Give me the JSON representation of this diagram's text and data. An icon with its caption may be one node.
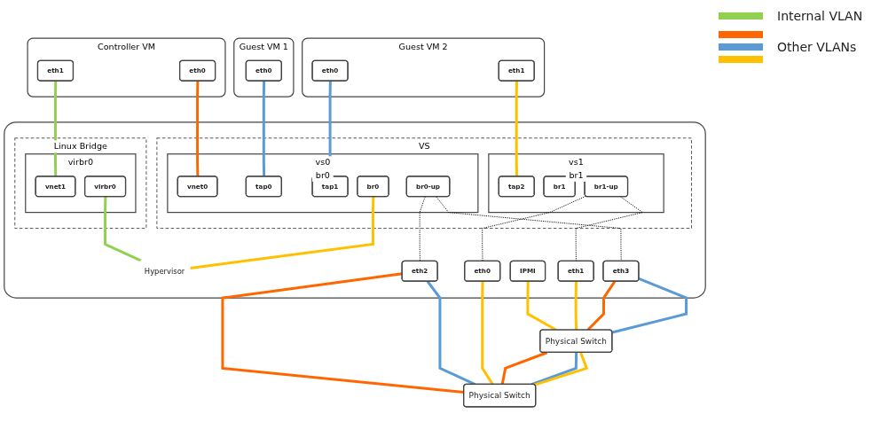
{
  "diagram": {
    "nodes": [
      {
        "text": [
          "Controller VM"
        ]
      },
      {
        "text": [
          "eth1"
        ],
        "in": 0
      },
      {
        "text": [
          "eth0"
        ],
        "in": 0
      },
      {
        "text": [
          "Guest VM 1"
        ]
      },
      {
        "text": [
          "eth0"
        ],
        "in": 3
      },
      {
        "text": [
          "Guest VM 2"
        ]
      },
      {
        "text": [
          "eth0"
        ],
        "in": 5
      },
      {
        "text": [
          "eth1"
        ],
        "in": 5
      },
      {
        "text": [],
        "shape": "box"
      },
      {
        "text": [
          "Hypervisor"
        ],
        "in": 8
      },
      {
        "text": [
          "Linux Bridge"
        ],
        "in": 8
      },
      {
        "text": [
          "virbr0"
        ],
        "in": 10
      },
      {
        "text": [
          "vnet1"
        ],
        "in": 11
      },
      {
        "text": [
          "virbr0"
        ],
        "in": 11
      },
      {
        "text": [
          "VS"
        ],
        "in": 8
      },
      {
        "text": [
          "vs0",
          "br0"
        ],
        "in": 14
      },
      {
        "text": [
          "vnet0"
        ],
        "in": 15
      },
      {
        "text": [
          "tap0"
        ],
        "in": 15
      },
      {
        "text": [
          "tap1"
        ],
        "in": 15
      },
      {
        "text": [
          "br0"
        ],
        "in": 15
      },
      {
        "text": [
          "br0-up"
        ],
        "in": 15
      },
      {
        "text": [
          "vs1",
          "br1"
        ],
        "in": 14
      },
      {
        "text": [
          "tap2"
        ],
        "in": 21
      },
      {
        "text": [
          "br1"
        ],
        "in": 21
      },
      {
        "text": [
          "br1-up"
        ],
        "in": 21
      },
      {
        "text": [
          "IPMI"
        ],
        "in": 8
      },
      {
        "text": [
          "eth3"
        ],
        "in": 8
      },
      {
        "text": [
          "eth2"
        ],
        "in": 8
      },
      {
        "text": [
          "eth1"
        ],
        "in": 8
      },
      {
        "text": [
          "eth0"
        ],
        "in": 8
      },
      {
        "text": [
          "Physical Switch"
        ]
      },
      {
        "text": [
          "Physical Switch"
        ]
      }
    ],
    "edges": [
      {
        "from": 1,
        "to": 12,
        "arrow": "none",
        "color": "#92d050"
      },
      {
        "from": 2,
        "to": 16,
        "arrow": "none",
        "color": "#ff6600"
      },
      {
        "from": 4,
        "to": 17,
        "arrow": "none",
        "color": "#5b9bd5"
      },
      {
        "from": 6,
        "to": 18,
        "arrow": "none",
        "color": "#5b9bd5"
      },
      {
        "from": 7,
        "to": 22,
        "arrow": "none",
        "color": "#ffc000"
      },
      {
        "from": 13,
        "to": 9,
        "arrow": "none",
        "color": "#92d050"
      },
      {
        "from": 19,
        "to": 9,
        "arrow": "none",
        "color": "#ffc000"
      },
      {
        "from": 20,
        "to": 26,
        "arrow": "none",
        "style": "dashed",
        "color": "#000000"
      },
      {
        "from": 20,
        "to": 27,
        "arrow": "none",
        "style": "dashed",
        "color": "#000000"
      },
      {
        "from": 24,
        "to": 28,
        "arrow": "none",
        "style": "dashed",
        "color": "#000000"
      },
      {
        "from": 24,
        "to": 29,
        "arrow": "none",
        "style": "dashed",
        "color": "#000000"
      },
      {
        "from": 25,
        "to": 30,
        "arrow": "none",
        "color": "#ffc000"
      },
      {
        "from": 28,
        "to": 30,
        "arrow": "none",
        "color": "#ffc000"
      },
      {
        "from": 26,
        "to": 30,
        "arrow": "none",
        "color": "#ff6600"
      },
      {
        "from": 26,
        "to": 30,
        "arrow": "none",
        "color": "#5b9bd5"
      },
      {
        "from": 27,
        "to": 31,
        "arrow": "none",
        "color": "#ff6600"
      },
      {
        "from": 27,
        "to": 31,
        "arrow": "none",
        "color": "#5b9bd5"
      },
      {
        "from": 29,
        "to": 31,
        "arrow": "none",
        "color": "#ffc000"
      },
      {
        "from": 30,
        "to": 31,
        "arrow": "none",
        "color": "#ff6600"
      },
      {
        "from": 30,
        "to": 31,
        "arrow": "none",
        "color": "#5b9bd5"
      },
      {
        "from": 30,
        "to": 31,
        "arrow": "none",
        "color": "#ffc000"
      }
    ],
    "legend": [
      {
        "text": "Internal VLAN",
        "color": "#92d050"
      },
      {
        "text": "Other VLANs"
      }
    ]
  }
}
